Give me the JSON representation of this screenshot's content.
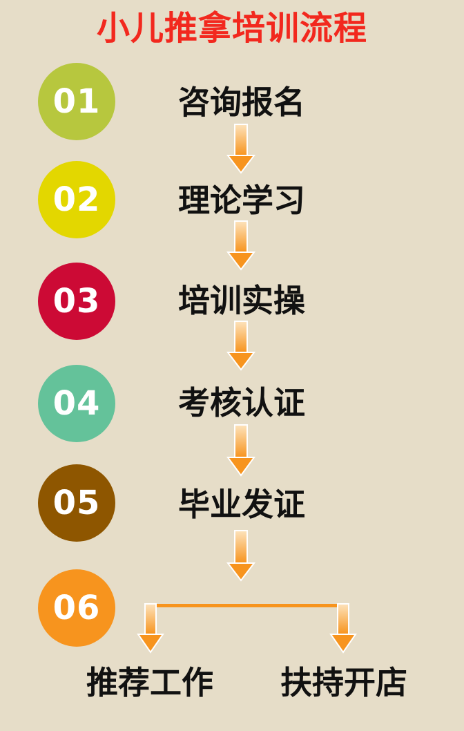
{
  "title": "小儿推拿培训流程",
  "steps": [
    {
      "num": "01",
      "label": "咨询报名",
      "color": "#B7C73E"
    },
    {
      "num": "02",
      "label": "理论学习",
      "color": "#E3D700"
    },
    {
      "num": "03",
      "label": "培训实操",
      "color": "#CC0A35"
    },
    {
      "num": "04",
      "label": "考核认证",
      "color": "#64C29A"
    },
    {
      "num": "05",
      "label": "毕业发证",
      "color": "#8E5600"
    },
    {
      "num": "06",
      "label": "",
      "color": "#F7941E"
    }
  ],
  "outcomes": {
    "left": "推荐工作",
    "right": "扶持开店"
  },
  "colors": {
    "background": "#E6DDC8",
    "title": "#F2281E",
    "arrow": "#F7941E",
    "arrow_light": "#FDD9A6"
  }
}
